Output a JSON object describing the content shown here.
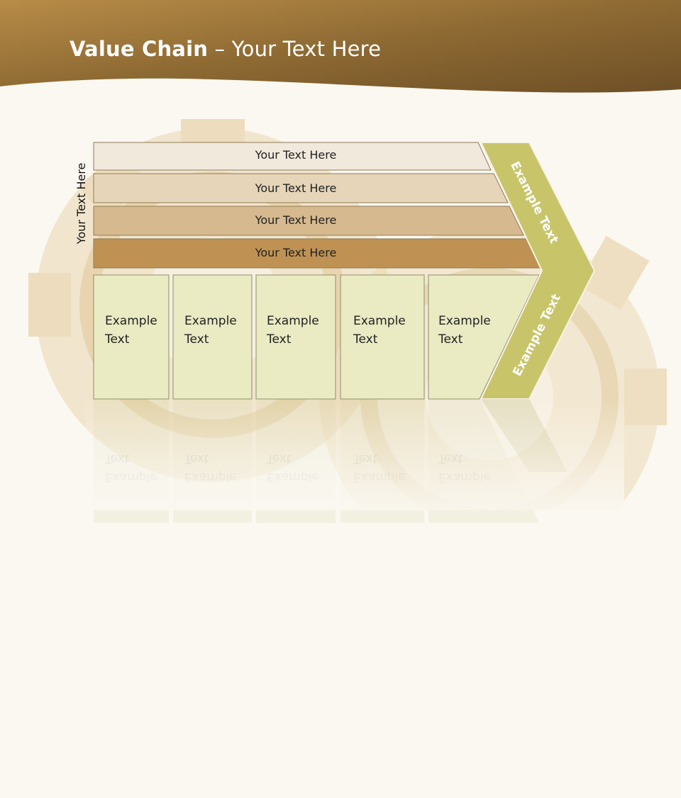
{
  "title": {
    "bold": "Value Chain",
    "rest": " – Your Text Here"
  },
  "side_label": "Your Text Here",
  "bars": [
    {
      "label": "Your Text Here",
      "color": "#f2e9dd"
    },
    {
      "label": "Your Text Here",
      "color": "#e6d5b8"
    },
    {
      "label": "Your Text Here",
      "color": "#d7b98f"
    },
    {
      "label": "Your Text Here",
      "color": "#bf9253"
    }
  ],
  "chevron": {
    "top_label": "Example Text",
    "bottom_label": "Example Text",
    "color": "#c8c46a"
  },
  "boxes": [
    {
      "line1": "Example",
      "line2": "Text"
    },
    {
      "line1": "Example",
      "line2": "Text"
    },
    {
      "line1": "Example",
      "line2": "Text"
    },
    {
      "line1": "Example",
      "line2": "Text"
    },
    {
      "line1": "Example",
      "line2": "Text"
    }
  ],
  "colors": {
    "header_dark": "#6e4f26",
    "header_light": "#b88c48",
    "box_fill": "#eaeac3",
    "gear": "#e6cfa2"
  }
}
